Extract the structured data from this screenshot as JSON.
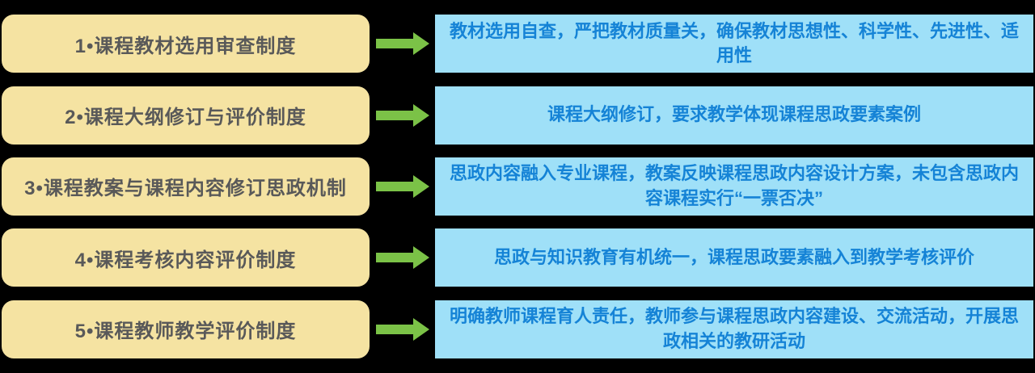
{
  "colors": {
    "background": "#000000",
    "left_box_bg": "#F5E3A2",
    "right_box_bg": "#9FE0F8",
    "arrow": "#7BC247",
    "left_text": "#595959",
    "right_text": "#1583D6"
  },
  "icons": {
    "arrow": "arrow-right-icon"
  },
  "rows": [
    {
      "label": "1•课程教材选用审查制度",
      "description": "教材选用自查，严把教材质量关，确保教材思想性、科学性、先进性、适用性"
    },
    {
      "label": "2•课程大纲修订与评价制度",
      "description": "课程大纲修订，要求教学体现课程思政要素案例"
    },
    {
      "label": "3•课程教案与课程内容修订思政机制",
      "description": "思政内容融入专业课程，教案反映课程思政内容设计方案，未包含思政内容课程实行“一票否决”"
    },
    {
      "label": "4•课程考核内容评价制度",
      "description": "思政与知识教育有机统一，课程思政要素融入到教学考核评价"
    },
    {
      "label": "5•课程教师教学评价制度",
      "description": "明确教师课程育人责任，教师参与课程思政内容建设、交流活动，开展思政相关的教研活动"
    }
  ]
}
